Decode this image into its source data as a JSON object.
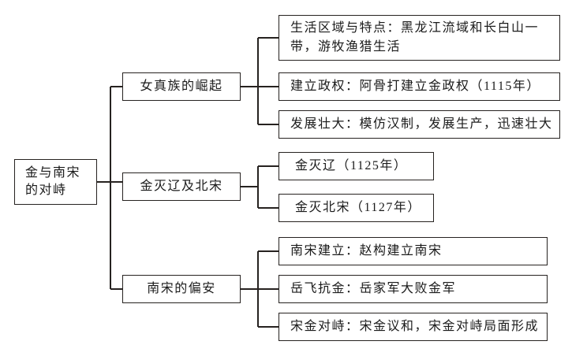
{
  "root": {
    "label": "金与南宋的对峙"
  },
  "branches": [
    {
      "label": "女真族的崛起",
      "leaves": [
        "生活区域与特点：黑龙江流域和长白山一带，游牧渔猎生活",
        "建立政权：阿骨打建立金政权（1115年）",
        "发展壮大：模仿汉制，发展生产，迅速壮大"
      ]
    },
    {
      "label": "金灭辽及北宋",
      "leaves": [
        "金灭辽（1125年）",
        "金灭北宋（1127年）"
      ]
    },
    {
      "label": "南宋的偏安",
      "leaves": [
        "南宋建立：赵构建立南宋",
        "岳飞抗金：岳家军大败金军",
        "宋金对峙：宋金议和，宋金对峙局面形成"
      ]
    }
  ],
  "colors": {
    "line": "#262220",
    "text": "#1b1b1b",
    "bg": "#ffffff"
  }
}
